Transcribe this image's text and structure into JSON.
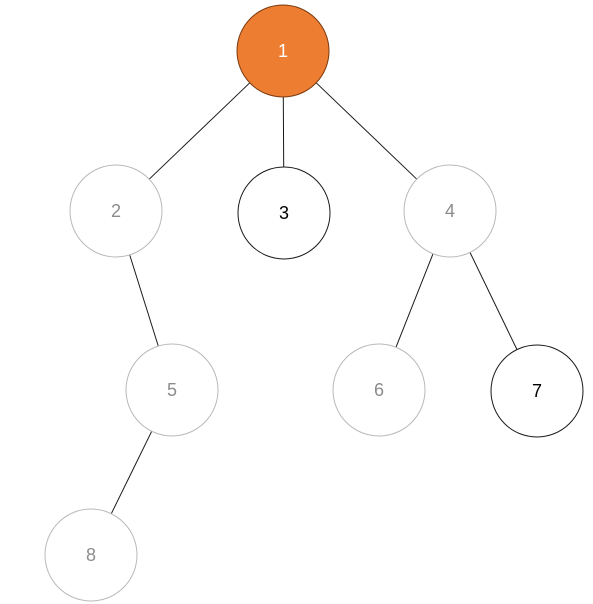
{
  "diagram": {
    "type": "tree",
    "colors": {
      "background": "#ffffff",
      "edge": "#1a1a1a",
      "root_fill": "#ED7D31",
      "root_stroke": "#7a3a10",
      "root_text": "#ffffff",
      "active_stroke": "#1a1a1a",
      "active_text": "#000000",
      "inactive_stroke": "#b9b9b9",
      "inactive_text": "#8c8c8c"
    },
    "nodes": [
      {
        "id": "1",
        "label": "1",
        "state": "root"
      },
      {
        "id": "2",
        "label": "2",
        "state": "inactive"
      },
      {
        "id": "3",
        "label": "3",
        "state": "active"
      },
      {
        "id": "4",
        "label": "4",
        "state": "inactive"
      },
      {
        "id": "5",
        "label": "5",
        "state": "inactive"
      },
      {
        "id": "6",
        "label": "6",
        "state": "inactive"
      },
      {
        "id": "7",
        "label": "7",
        "state": "active"
      },
      {
        "id": "8",
        "label": "8",
        "state": "inactive"
      }
    ],
    "edges": [
      {
        "from": "1",
        "to": "2"
      },
      {
        "from": "1",
        "to": "3"
      },
      {
        "from": "1",
        "to": "4"
      },
      {
        "from": "2",
        "to": "5"
      },
      {
        "from": "4",
        "to": "6"
      },
      {
        "from": "4",
        "to": "7"
      },
      {
        "from": "5",
        "to": "8"
      }
    ]
  }
}
